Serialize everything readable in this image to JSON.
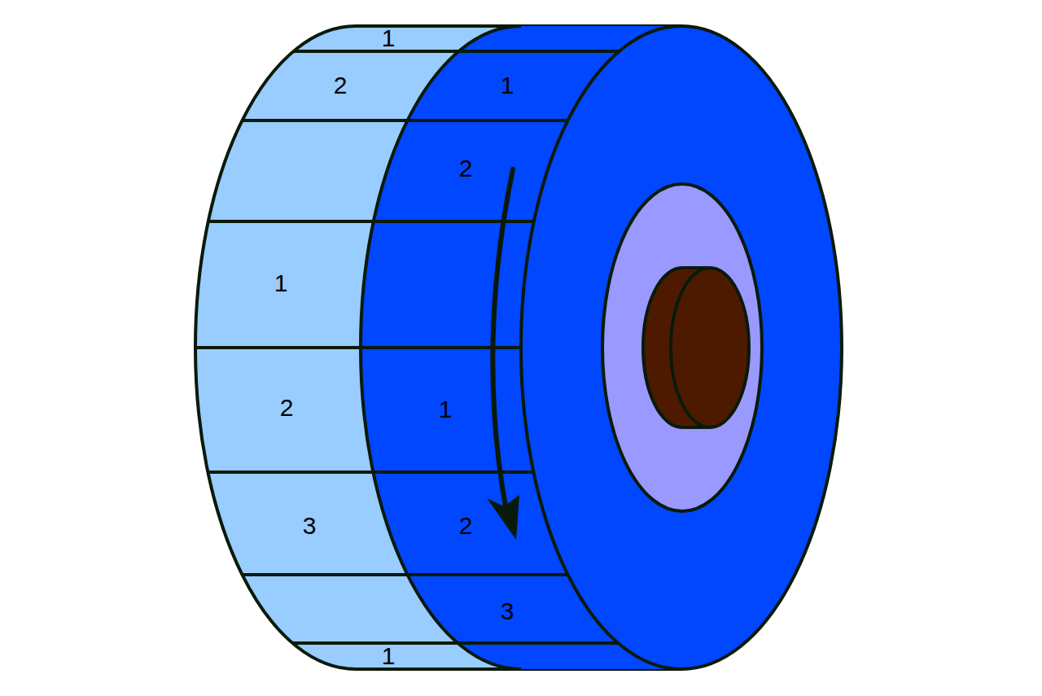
{
  "diagram": {
    "labels": [
      "1",
      "2",
      "1",
      "2",
      "1",
      "2",
      "1",
      "3",
      "2",
      "3",
      "1"
    ]
  }
}
